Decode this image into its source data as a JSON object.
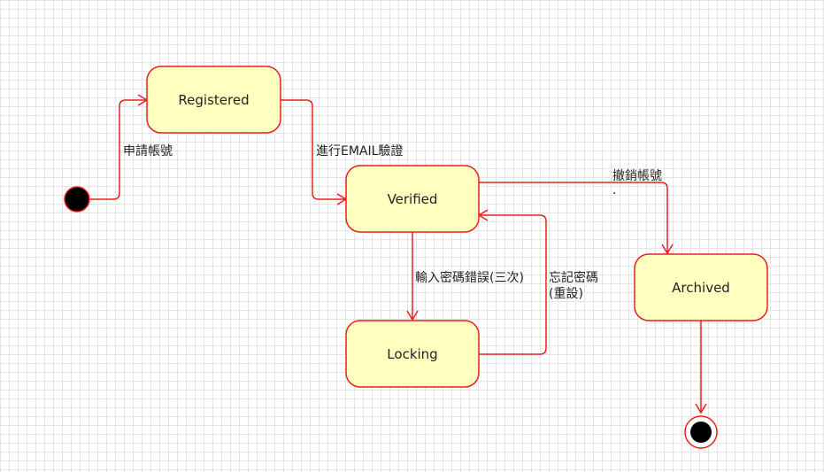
{
  "diagram": {
    "states": {
      "registered": "Registered",
      "verified": "Verified",
      "locking": "Locking",
      "archived": "Archived"
    },
    "transitions": {
      "apply_account": "申請帳號",
      "email_verify": "進行EMAIL驗證",
      "wrong_password": "輸入密碼錯誤(三次)",
      "forgot_password_line1": "忘記密碼",
      "forgot_password_line2": "(重設)",
      "cancel_account": "撤銷帳號",
      "cancel_account_mark": "."
    }
  }
}
